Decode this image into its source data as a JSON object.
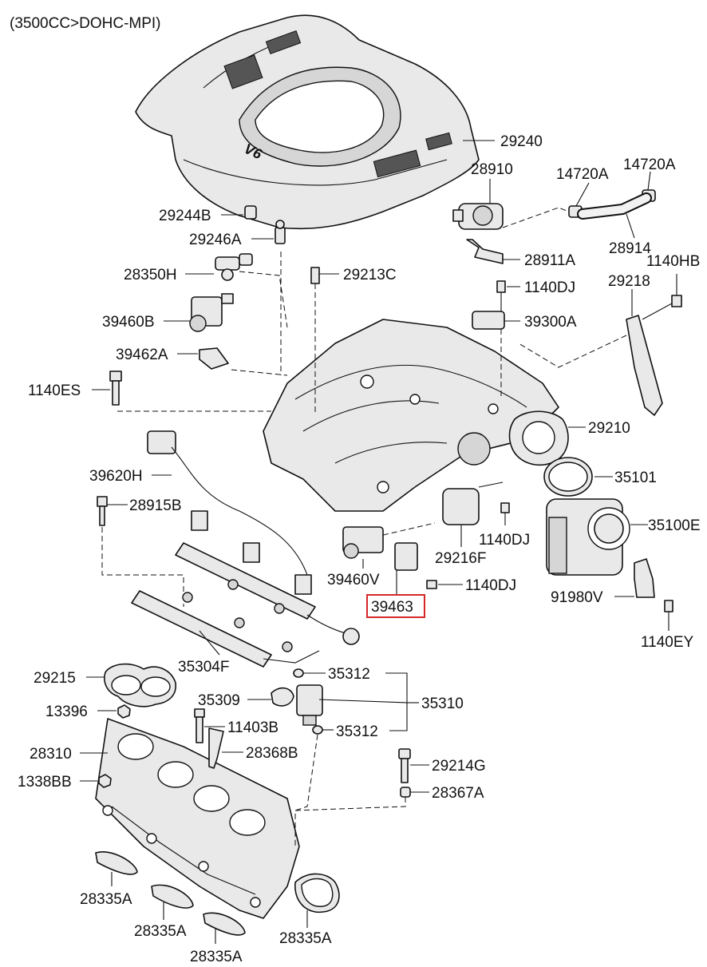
{
  "header": {
    "title": "(3500CC>DOHC-MPI)"
  },
  "cover_emblem": "V6",
  "highlight_color": "#d62828",
  "labels": {
    "p29240": "29240",
    "p28910": "28910",
    "p14720A_1": "14720A",
    "p14720A_2": "14720A",
    "p29244B": "29244B",
    "p29246A": "29246A",
    "p28914": "28914",
    "p28911A": "28911A",
    "p1140HB": "1140HB",
    "p28350H": "28350H",
    "p29213C": "29213C",
    "p1140DJ_top": "1140DJ",
    "p29218": "29218",
    "p39460B": "39460B",
    "p39300A": "39300A",
    "p39462A": "39462A",
    "p1140ES": "1140ES",
    "p29210": "29210",
    "p39620H": "39620H",
    "p35101": "35101",
    "p28915B": "28915B",
    "p35100E": "35100E",
    "p1140DJ_mid": "1140DJ",
    "p29216F": "29216F",
    "p39460V": "39460V",
    "p1140DJ_low": "1140DJ",
    "p39463": "39463",
    "p91980V": "91980V",
    "p35304F": "35304F",
    "p1140EY": "1140EY",
    "p29215": "29215",
    "p35312_a": "35312",
    "p13396": "13396",
    "p35309": "35309",
    "p35310": "35310",
    "p11403B": "11403B",
    "p35312_b": "35312",
    "p28310": "28310",
    "p28368B": "28368B",
    "p29214G": "29214G",
    "p1338BB": "1338BB",
    "p28367A": "28367A",
    "p28335A_1": "28335A",
    "p28335A_2": "28335A",
    "p28335A_3": "28335A",
    "p28335A_4": "28335A"
  }
}
